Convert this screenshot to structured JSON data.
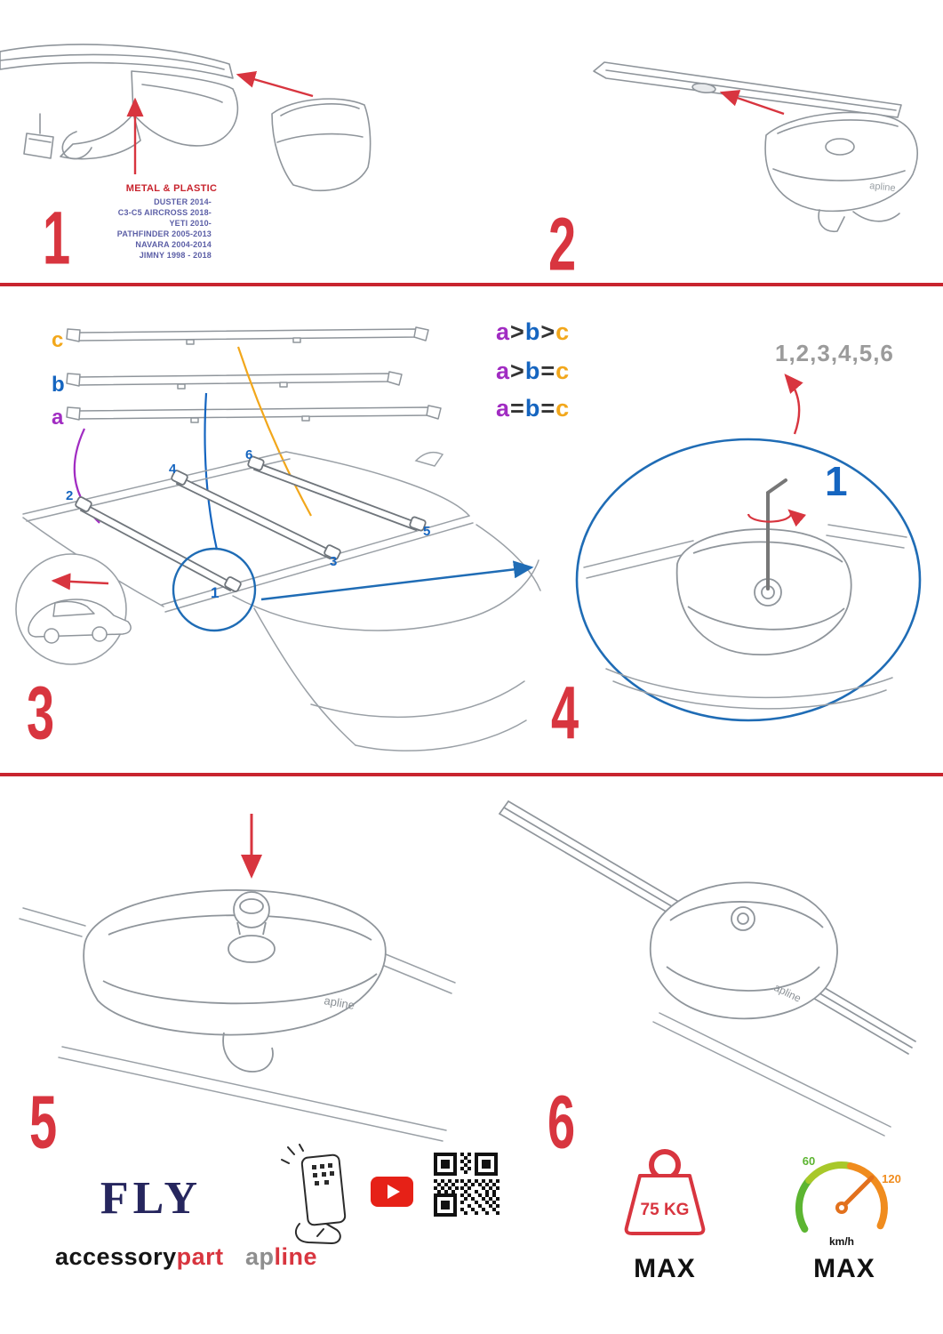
{
  "step1": {
    "number": "1",
    "material": "METAL & PLASTIC",
    "models": [
      "DUSTER 2014-",
      "C3-C5 AIRCROSS 2018-",
      "YETI 2010-",
      "PATHFINDER 2005-2013",
      "NAVARA 2004-2014",
      "JIMNY 1998 - 2018"
    ]
  },
  "step2": {
    "number": "2"
  },
  "step3": {
    "number": "3",
    "bars": {
      "a": "a",
      "b": "b",
      "c": "c"
    },
    "compare": [
      {
        "a": "a",
        "op1": ">",
        "b": "b",
        "op2": ">",
        "c": "c"
      },
      {
        "a": "a",
        "op1": ">",
        "b": "b",
        "op2": "=",
        "c": "c"
      },
      {
        "a": "a",
        "op1": "=",
        "b": "b",
        "op2": "=",
        "c": "c"
      }
    ],
    "positions": {
      "p1": "1",
      "p2": "2",
      "p3": "3",
      "p4": "4",
      "p5": "5",
      "p6": "6"
    }
  },
  "step4": {
    "number": "4",
    "sequence": "1,2,3,4,5,6",
    "tool_step": "1"
  },
  "step5": {
    "number": "5"
  },
  "step6": {
    "number": "6"
  },
  "brand": {
    "fly": "FLY",
    "accessory": "accessory",
    "part": "part",
    "ap": "ap",
    "line": "line",
    "bar_brand": "apline"
  },
  "limits": {
    "weight": "75 KG",
    "weight_max": "MAX",
    "speed_low": "60",
    "speed_high": "120",
    "speed_unit": "km/h",
    "speed_max": "MAX"
  },
  "colors": {
    "red": "#d8353f",
    "blue": "#1565c0",
    "purple": "#a12cc2",
    "orange": "#f2a71b",
    "navy": "#26265e",
    "gray": "#9b9b9b"
  }
}
